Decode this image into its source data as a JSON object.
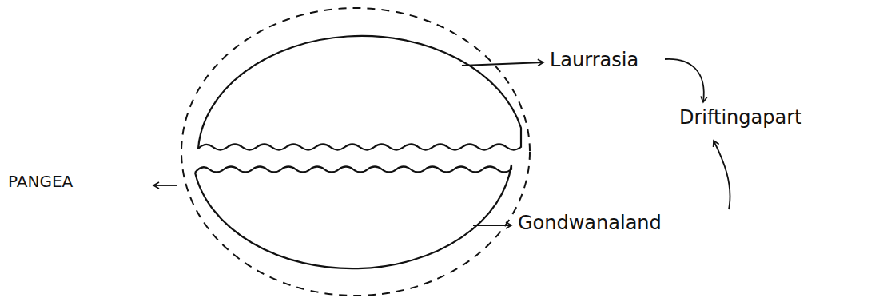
{
  "diagram": {
    "labels": [
      "PANGEA",
      "Laurrasia",
      "Gondwanaland",
      "Driftingapart"
    ]
  }
}
